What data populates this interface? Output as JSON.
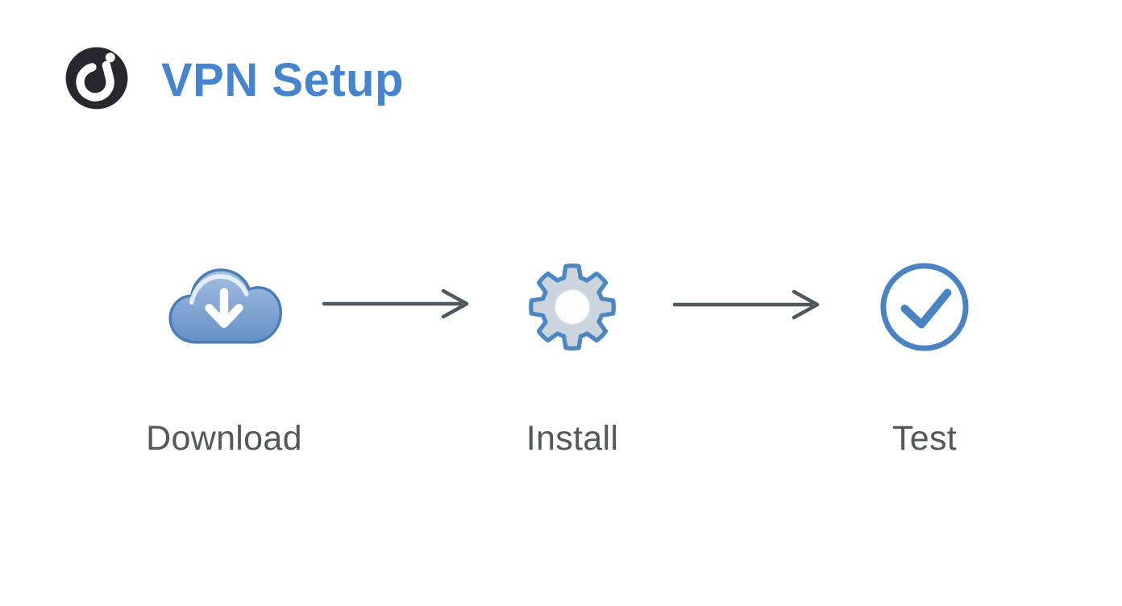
{
  "header": {
    "title": "VPN Setup",
    "logo": "cj-monogram-logo"
  },
  "steps": [
    {
      "id": "download",
      "label": "Download",
      "icon": "cloud-download-icon"
    },
    {
      "id": "install",
      "label": "Install",
      "icon": "gear-icon"
    },
    {
      "id": "test",
      "label": "Test",
      "icon": "check-circle-icon"
    }
  ],
  "connectors": [
    {
      "from": "download",
      "to": "install",
      "icon": "right-arrow-icon"
    },
    {
      "from": "install",
      "to": "test",
      "icon": "right-arrow-icon"
    }
  ],
  "colors": {
    "title_blue": "#4584cf",
    "icon_stroke_blue": "#4a82c2",
    "cloud_fill_top": "#9dbbdf",
    "cloud_fill_bottom": "#6590c5",
    "gear_fill": "#ccd5dd",
    "arrow_gray": "#4d575c",
    "label_gray": "#54575c",
    "logo_bg": "#27272d",
    "background": "#fefefe"
  }
}
